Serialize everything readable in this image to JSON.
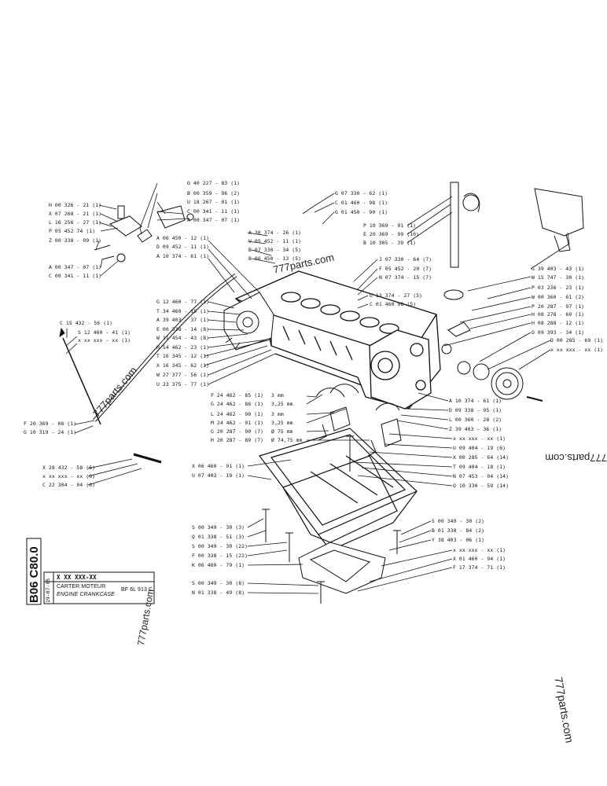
{
  "watermarks": [
    "777parts.com",
    "777parts.com",
    "777parts.com",
    "777parts.com",
    "777parts.com"
  ],
  "title_block": {
    "group_code": "B06  C80.0",
    "date": "19-07-85",
    "part_no": "X XX  XXX-XX",
    "title_fr": "CARTER MOTEUR",
    "title_en": "ENGINE CRANKCASE",
    "engine": "BF 6L  913 C"
  },
  "callouts_left": [
    "H 00 326 - 21 (1)",
    "X 07 268 - 21 (1)",
    "L 16 256 - 27 (1)",
    "P 05 452   74 (1)",
    "Z 00 338 - 09 (1)",
    "A 00 347 - 07 (1)",
    "C 00 341 - 11 (1)"
  ],
  "callouts_top_center": [
    "O 40 227 - 83 (1)",
    "B 00 359 - 96 (2)",
    "U 18 267 - 01 (1)",
    "C 00 341 - 11 (1)",
    "A 00 347 - 07 (1)",
    "A 06 450 - 12 (1)",
    "D 09 452 - 11 (1)",
    "A 10 374 - 61 (1)"
  ],
  "callouts_block_left": [
    "G 12 460 - 77 (1)",
    "T 34 460 - 15 (1)",
    "A 39 403 - 37 (1)",
    "E 00 338 - 14 (8)",
    "W 11 454 - 43 (8)",
    "H 54 462 - 23 (1)",
    "T 16 345 - 12 (1)",
    "X 16 345 - 62 (1)",
    "W 27 377 - 56 (1)",
    "U 23 375 - 77 (1)"
  ],
  "callouts_hose": [
    "C 15 432 - 56 (1)",
    "S 12 460 - 41 (1)",
    "x xx xxx - xx (1)",
    "F 20 369 - 08 (1)",
    "G 10 319 - 24 (1)",
    "X 28 432 - 58 (6)",
    "x xx xxx - xx (6)",
    "C 22 304 - 04 (6)"
  ],
  "callouts_top_mid": [
    "G 07 330 - 62 (1)",
    "C 01 460 - 98 (1)",
    "G 01 450 - 90 (1)",
    "A 30 374 - 26 (1)",
    "V 05 452 - 11 (1)",
    "B 07 330 - 34 (5)",
    "B 06 450 - 13 (5)"
  ],
  "callouts_top_right": [
    "P 10 369 - 91 (1)",
    "E 20 369 - 99 (10)",
    "B 10 305 - 39 (1)",
    "J 07 330 - 64 (7)",
    "F 05 452 - 20 (7)",
    "N 07 374 - 15 (7)",
    "U 13 374 - 27 (5)",
    "C 01 460   98 (5)"
  ],
  "callouts_right": [
    "G 39 403 - 43 (1)",
    "W 15 747 - 30 (1)",
    "P 03 236 - 23 (1)",
    "W 00 360 - 61 (2)",
    "P 20 287 - 97 (1)",
    "H 08 278 - 69 (1)",
    "H 08 288 - 12 (1)",
    "O 09 393 - 34 (1)",
    "D 00 285 - 69 (1)",
    "x xx xxx - xx (1)"
  ],
  "callouts_bearings": [
    {
      "code": "F 24 462 - 85 (1)",
      "size": "3 mm"
    },
    {
      "code": "G 24 462 - 86 (1)",
      "size": "3,25 mm"
    },
    {
      "code": "L 24 462 - 90 (1)",
      "size": "3 mm"
    },
    {
      "code": "M 24 462 - 91 (1)",
      "size": "3,25 mm"
    },
    {
      "code": "G 20 287 - 90 (7)",
      "size": "Ø 75 mm"
    },
    {
      "code": "H 20 287 - 89 (7)",
      "size": "Ø 74,75 mm"
    }
  ],
  "callouts_lower_right": [
    "A 10 374 - 61 (1)",
    "D 09 338 - 95 (1)",
    "L 00 360 - 28 (2)",
    "Z 39 403 - 36 (1)",
    "x xx xxx - xx (1)",
    "U 09 404 - 19 (6)",
    "X 00 285 - 64 (14)",
    "T 09 404 - 18 (1)",
    "N 07 453 - 04 (14)",
    "O 10 330 - 59 (14)"
  ],
  "callouts_sump_left": [
    "X 06 460 - 91 (1)",
    "U 07 403 - 19 (1)"
  ],
  "callouts_bottom_left": [
    "S 00 349 - 30 (3)",
    "Q 01 338 - 51 (3)",
    "S 00 349 - 30 (22)",
    "F 00 338 - 15 (22)",
    "K 06 460 - 79 (1)",
    "S 00 349 - 30 (8)",
    "N 01 338 - 49 (8)"
  ],
  "callouts_bottom_right": [
    "S 00 349 - 30 (2)",
    "B 01 338 - 84 (2)",
    "Y 38 403 - 06 (1)",
    "x xx xxx - xx (1)",
    "X 01 460 - 94 (1)",
    "F 17 374 - 71 (1)"
  ],
  "colors": {
    "ink": "#111111",
    "paper": "#ffffff"
  }
}
